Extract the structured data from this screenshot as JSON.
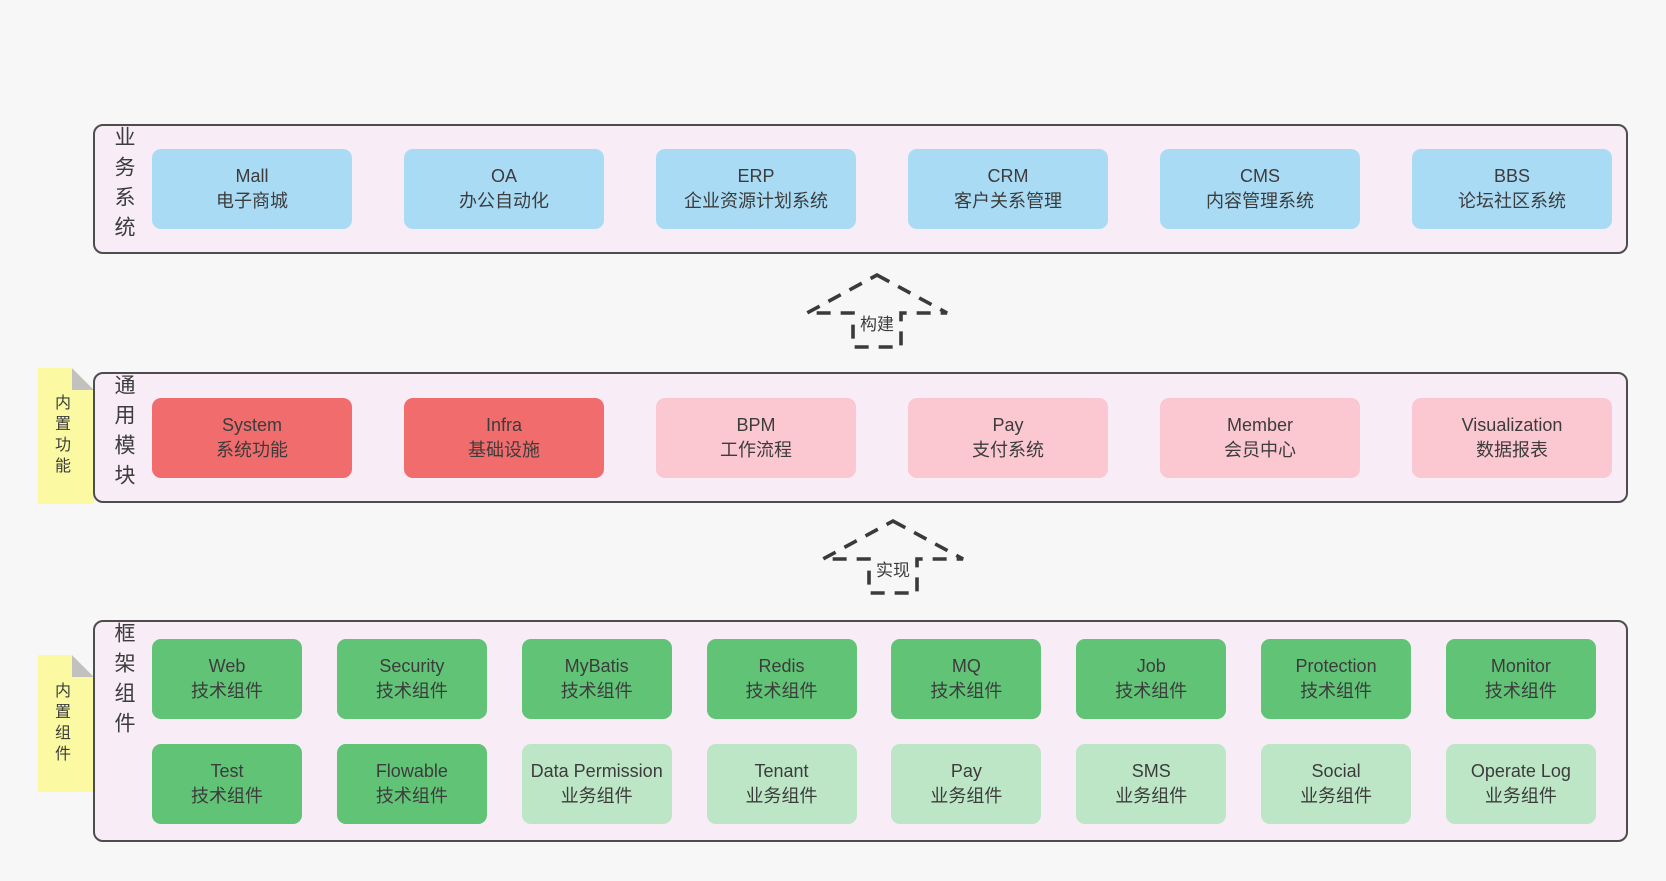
{
  "colors": {
    "page_bg": "#f7f7f7",
    "section_bg": "#f8ecf6",
    "section_border": "#4d4d4d",
    "blue": "#a9dbf5",
    "red": "#f16c6c",
    "pink": "#fbc7d0",
    "green": "#60c376",
    "green_light": "#bce6c6",
    "sticky_bg": "#fbf9a2",
    "sticky_fold": "#c2c1c0",
    "arrow": "#3a3a3a",
    "text": "#3c3c3c"
  },
  "sections": [
    {
      "label": "业务系统",
      "items": [
        {
          "name": "Mall",
          "desc": "电子商城",
          "variant": "blue"
        },
        {
          "name": "OA",
          "desc": "办公自动化",
          "variant": "blue"
        },
        {
          "name": "ERP",
          "desc": "企业资源计划系统",
          "variant": "blue"
        },
        {
          "name": "CRM",
          "desc": "客户关系管理",
          "variant": "blue"
        },
        {
          "name": "CMS",
          "desc": "内容管理系统",
          "variant": "blue"
        },
        {
          "name": "BBS",
          "desc": "论坛社区系统",
          "variant": "blue"
        }
      ]
    },
    {
      "label": "通用模块",
      "sticky": "内置功能",
      "items": [
        {
          "name": "System",
          "desc": "系统功能",
          "variant": "red"
        },
        {
          "name": "Infra",
          "desc": "基础设施",
          "variant": "red"
        },
        {
          "name": "BPM",
          "desc": "工作流程",
          "variant": "pink"
        },
        {
          "name": "Pay",
          "desc": "支付系统",
          "variant": "pink"
        },
        {
          "name": "Member",
          "desc": "会员中心",
          "variant": "pink"
        },
        {
          "name": "Visualization",
          "desc": "数据报表",
          "variant": "pink"
        }
      ]
    },
    {
      "label": "框架组件",
      "sticky": "内置组件",
      "rows": [
        [
          {
            "name": "Web",
            "desc": "技术组件",
            "variant": "green"
          },
          {
            "name": "Security",
            "desc": "技术组件",
            "variant": "green"
          },
          {
            "name": "MyBatis",
            "desc": "技术组件",
            "variant": "green"
          },
          {
            "name": "Redis",
            "desc": "技术组件",
            "variant": "green"
          },
          {
            "name": "MQ",
            "desc": "技术组件",
            "variant": "green"
          },
          {
            "name": "Job",
            "desc": "技术组件",
            "variant": "green"
          },
          {
            "name": "Protection",
            "desc": "技术组件",
            "variant": "green"
          },
          {
            "name": "Monitor",
            "desc": "技术组件",
            "variant": "green"
          }
        ],
        [
          {
            "name": "Test",
            "desc": "技术组件",
            "variant": "green"
          },
          {
            "name": "Flowable",
            "desc": "技术组件",
            "variant": "green"
          },
          {
            "name": "Data Permission",
            "desc": "业务组件",
            "variant": "green-light"
          },
          {
            "name": "Tenant",
            "desc": "业务组件",
            "variant": "green-light"
          },
          {
            "name": "Pay",
            "desc": "业务组件",
            "variant": "green-light"
          },
          {
            "name": "SMS",
            "desc": "业务组件",
            "variant": "green-light"
          },
          {
            "name": "Social",
            "desc": "业务组件",
            "variant": "green-light"
          },
          {
            "name": "Operate Log",
            "desc": "业务组件",
            "variant": "green-light"
          }
        ]
      ]
    }
  ],
  "arrows": [
    {
      "label": "构建"
    },
    {
      "label": "实现"
    }
  ]
}
